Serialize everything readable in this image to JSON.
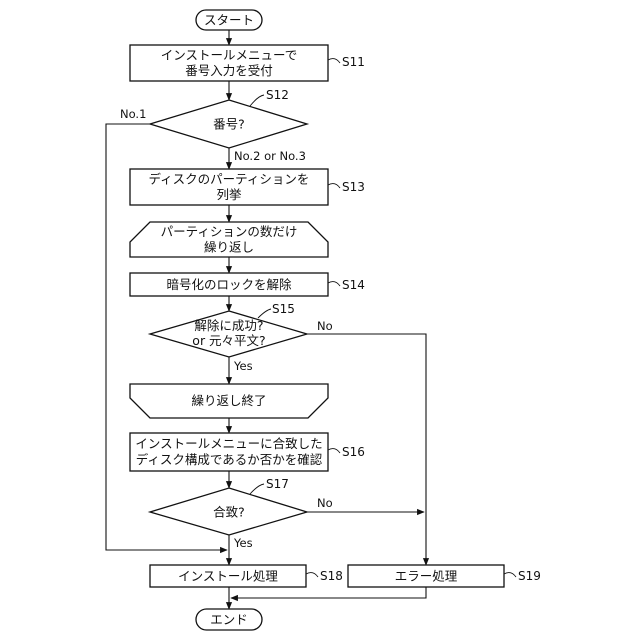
{
  "nodes": {
    "start": "スタート",
    "s11": [
      "インストールメニューで",
      "番号入力を受付"
    ],
    "s12": "番号?",
    "s13": [
      "ディスクのパーティションを",
      "列挙"
    ],
    "loop_start": [
      "パーティションの数だけ",
      "繰り返し"
    ],
    "s14": "暗号化のロックを解除",
    "s15": [
      "解除に成功?",
      "or 元々平文?"
    ],
    "loop_end": "繰り返し終了",
    "s16": [
      "インストールメニューに合致した",
      "ディスク構成であるか否かを確認"
    ],
    "s17": "合致?",
    "s18": "インストール処理",
    "s19": "エラー処理",
    "end": "エンド"
  },
  "step_labels": {
    "s11": "S11",
    "s12": "S12",
    "s13": "S13",
    "s14": "S14",
    "s15": "S15",
    "s16": "S16",
    "s17": "S17",
    "s18": "S18",
    "s19": "S19"
  },
  "edge_labels": {
    "s12_no1": "No.1",
    "s12_no23": "No.2 or No.3",
    "s15_yes": "Yes",
    "s15_no": "No",
    "s17_yes": "Yes",
    "s17_no": "No"
  }
}
